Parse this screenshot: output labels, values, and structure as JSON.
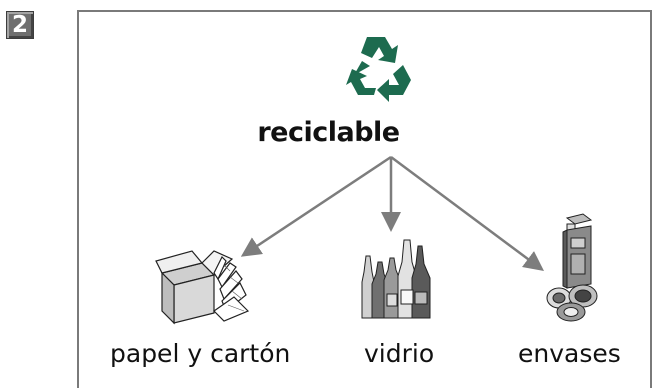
{
  "badge": {
    "number": "2"
  },
  "root": {
    "label": "reciclable",
    "icon": "recycle-icon",
    "icon_color": "#1d6b4f"
  },
  "items": [
    {
      "label": "papel y cartón",
      "icon": "paper-box-icon"
    },
    {
      "label": "vidrio",
      "icon": "bottles-icon"
    },
    {
      "label": "envases",
      "icon": "packaging-icon"
    }
  ],
  "colors": {
    "arrow": "#7d7d7d",
    "frame": "#7a7a7a"
  }
}
